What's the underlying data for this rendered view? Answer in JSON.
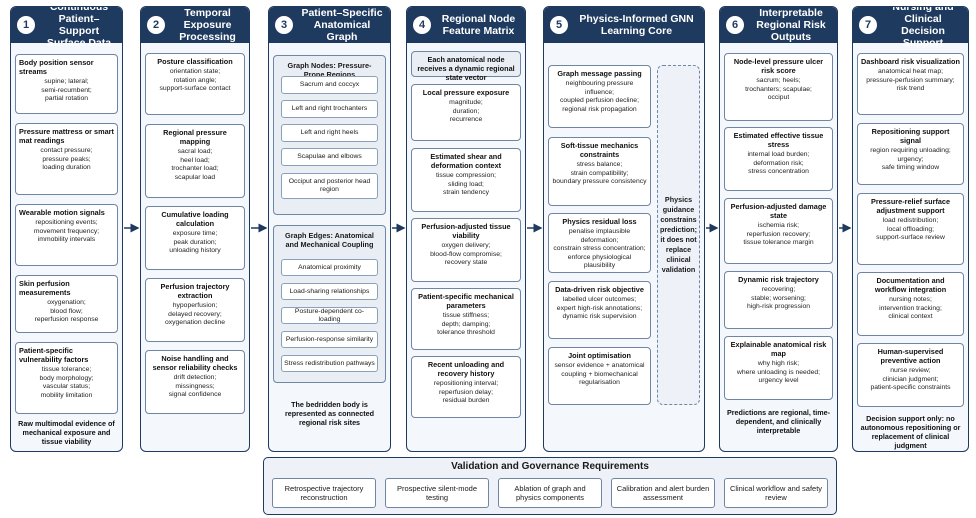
{
  "columns": [
    {
      "num": "1",
      "title": "Continuous Patient–Support Surface Data"
    },
    {
      "num": "2",
      "title": "Temporal Exposure Processing"
    },
    {
      "num": "3",
      "title": "Patient–Specific Anatomical Graph"
    },
    {
      "num": "4",
      "title": "Regional Node Feature Matrix"
    },
    {
      "num": "5",
      "title": "Physics-Informed GNN Learning Core"
    },
    {
      "num": "6",
      "title": "Interpretable Regional Risk Outputs"
    },
    {
      "num": "7",
      "title": "Nursing and Clinical Decision Support"
    }
  ],
  "col1": {
    "boxes": [
      {
        "title": "Body position sensor streams",
        "lines": [
          "supine; lateral;",
          "semi-recumbent;",
          "partial rotation"
        ]
      },
      {
        "title": "Pressure mattress or smart mat readings",
        "lines": [
          "contact pressure;",
          "pressure peaks;",
          "loading duration"
        ]
      },
      {
        "title": "Wearable motion signals",
        "lines": [
          "repositioning events;",
          "movement frequency;",
          "immobility intervals"
        ]
      },
      {
        "title": "Skin perfusion measurements",
        "lines": [
          "oxygenation;",
          "blood flow;",
          "reperfusion response"
        ]
      },
      {
        "title": "Patient-specific vulnerability factors",
        "lines": [
          "tissue tolerance;",
          "body morphology;",
          "vascular status;",
          "mobility limitation"
        ]
      }
    ],
    "footer": "Raw multimodal evidence of mechanical exposure and tissue viability"
  },
  "col2": {
    "boxes": [
      {
        "title": "Posture classification",
        "lines": [
          "orientation state;",
          "rotation angle;",
          "support-surface contact"
        ]
      },
      {
        "title": "Regional pressure mapping",
        "lines": [
          "sacral load;",
          "heel load;",
          "trochanter load;",
          "scapular load"
        ]
      },
      {
        "title": "Cumulative loading calculation",
        "lines": [
          "exposure time;",
          "peak duration;",
          "unloading history"
        ]
      },
      {
        "title": "Perfusion trajectory extraction",
        "lines": [
          "hypoperfusion;",
          "delayed recovery;",
          "oxygenation decline"
        ]
      },
      {
        "title": "Noise handling and sensor reliability checks",
        "lines": [
          "drift detection;",
          "missingness;",
          "signal confidence"
        ]
      }
    ]
  },
  "col3": {
    "nodes_title": "Graph Nodes: Pressure-Prone Regions",
    "nodes": [
      "Sacrum and coccyx",
      "Left and right trochanters",
      "Left and right heels",
      "Scapulae and elbows",
      "Occiput and posterior head region"
    ],
    "edges_title": "Graph Edges: Anatomical and Mechanical Coupling",
    "edges": [
      "Anatomical proximity",
      "Load-sharing relationships",
      "Posture-dependent co-loading",
      "Perfusion-response similarity",
      "Stress redistribution pathways"
    ],
    "footer": "The bedridden body is represented as connected regional risk sites"
  },
  "col4": {
    "intro": "Each anatomical node receives a dynamic regional state vector",
    "boxes": [
      {
        "title": "Local pressure exposure",
        "lines": [
          "magnitude;",
          "duration;",
          "recurrence"
        ]
      },
      {
        "title": "Estimated shear and deformation context",
        "lines": [
          "tissue compression;",
          "sliding load;",
          "strain tendency"
        ]
      },
      {
        "title": "Perfusion-adjusted tissue viability",
        "lines": [
          "oxygen delivery;",
          "blood-flow compromise;",
          "recovery state"
        ]
      },
      {
        "title": "Patient-specific mechanical parameters",
        "lines": [
          "tissue stiffness;",
          "depth; damping;",
          "tolerance threshold"
        ]
      },
      {
        "title": "Recent unloading and recovery history",
        "lines": [
          "repositioning interval;",
          "reperfusion delay;",
          "residual burden"
        ]
      }
    ]
  },
  "col5": {
    "boxes": [
      {
        "title": "Graph message passing",
        "lines": [
          "neighbouring pressure influence;",
          "coupled perfusion decline;",
          "regional risk propagation"
        ]
      },
      {
        "title": "Soft-tissue mechanics constraints",
        "lines": [
          "stress balance;",
          "strain compatibility;",
          "boundary pressure consistency"
        ]
      },
      {
        "title": "Physics residual loss",
        "lines": [
          "penalise implausible deformation;",
          "constrain stress concentration;",
          "enforce physiological plausibility"
        ]
      },
      {
        "title": "Data-driven risk objective",
        "lines": [
          "labelled ulcer outcomes;",
          "expert high-risk annotations;",
          "dynamic risk supervision"
        ]
      },
      {
        "title": "Joint optimisation",
        "lines": [
          "sensor evidence + anatomical",
          "coupling + biomechanical",
          "regularisation"
        ]
      }
    ],
    "guidance": "Physics guidance constrains prediction; it does not replace clinical validation"
  },
  "col6": {
    "boxes": [
      {
        "title": "Node-level pressure ulcer risk score",
        "lines": [
          "sacrum; heels;",
          "trochanters; scapulae;",
          "occiput"
        ]
      },
      {
        "title": "Estimated effective tissue stress",
        "lines": [
          "internal load burden;",
          "deformation risk;",
          "stress concentration"
        ]
      },
      {
        "title": "Perfusion-adjusted damage state",
        "lines": [
          "ischemia risk;",
          "reperfusion recovery;",
          "tissue tolerance margin"
        ]
      },
      {
        "title": "Dynamic risk trajectory",
        "lines": [
          "recovering;",
          "stable; worsening;",
          "high-risk progression"
        ]
      },
      {
        "title": "Explainable anatomical risk map",
        "lines": [
          "why high risk;",
          "where unloading is needed;",
          "urgency level"
        ]
      }
    ],
    "footer": "Predictions are regional, time-dependent, and clinically interpretable"
  },
  "col7": {
    "boxes": [
      {
        "title": "Dashboard risk visualization",
        "lines": [
          "anatomical heat map;",
          "pressure-perfusion summary;",
          "risk trend"
        ]
      },
      {
        "title": "Repositioning support signal",
        "lines": [
          "region requiring unloading;",
          "urgency;",
          "safe timing window"
        ]
      },
      {
        "title": "Pressure-relief surface adjustment support",
        "lines": [
          "load redistribution;",
          "local offloading;",
          "support-surface review"
        ]
      },
      {
        "title": "Documentation and workflow integration",
        "lines": [
          "nursing notes;",
          "intervention tracking;",
          "clinical context"
        ]
      },
      {
        "title": "Human-supervised preventive action",
        "lines": [
          "nurse review;",
          "clinician judgment;",
          "patient-specific constraints"
        ]
      }
    ],
    "footer": "Decision support only: no autonomous repositioning or replacement of clinical judgment"
  },
  "governance": {
    "title": "Validation and Governance Requirements",
    "items": [
      "Retrospective trajectory reconstruction",
      "Prospective silent-mode testing",
      "Ablation of graph and physics components",
      "Calibration and alert burden assessment",
      "Clinical workflow and safety review"
    ]
  },
  "colors": {
    "header": "#1f3a5f",
    "panel": "#f4f7fb",
    "border": "#6f86a3"
  }
}
